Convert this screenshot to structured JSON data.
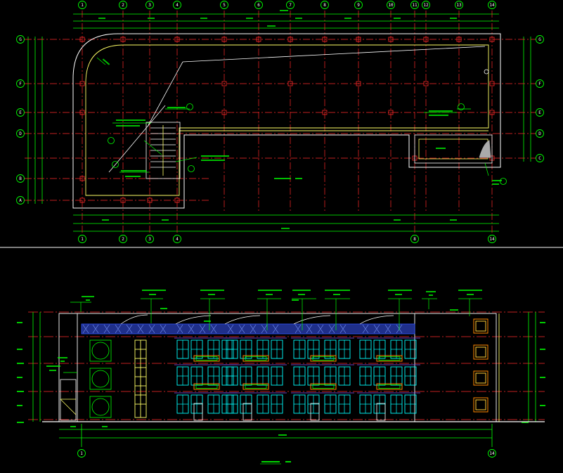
{
  "colors": {
    "background": "#000000",
    "dimension": "#00ff00",
    "axis": "#ff2a2a",
    "wall": "#ffffff",
    "edge": "#ffff66",
    "leader": "#00ff00",
    "bubble": "#00ff00",
    "window": "#00ffff",
    "frame": "#ff8800",
    "roof": "#3355ff",
    "divider": "#ffffff"
  },
  "plan": {
    "axes_top": [
      "1",
      "2",
      "3",
      "4",
      "5",
      "6",
      "7",
      "8",
      "9",
      "10",
      "11",
      "12",
      "13",
      "14"
    ],
    "axes_bottom": [
      "1",
      "2",
      "3",
      "4",
      "8",
      "14"
    ],
    "axes_left": [
      "G",
      "F",
      "E",
      "D",
      "B",
      "A"
    ],
    "axes_right": [
      "G",
      "F",
      "E",
      "D",
      "C"
    ]
  },
  "elevation": {
    "axes_bottom": [
      "1",
      "14"
    ]
  }
}
